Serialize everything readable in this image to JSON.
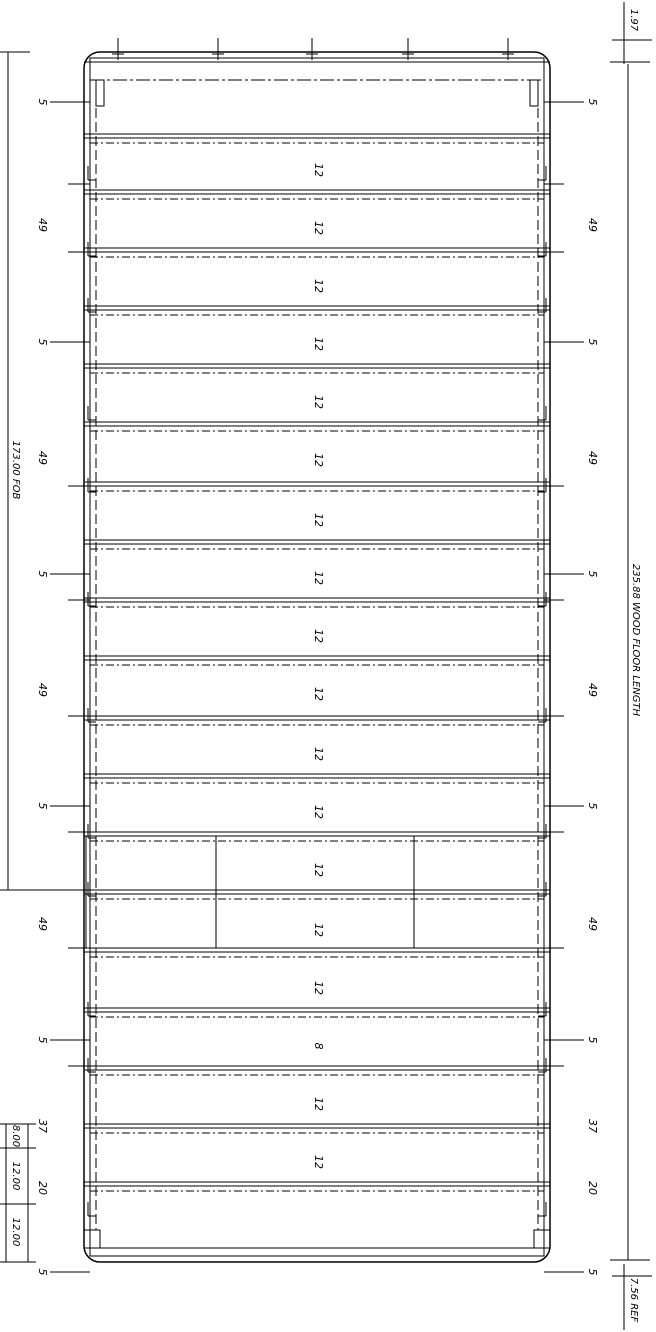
{
  "dimensions": {
    "top_gap": "1.97",
    "wood_floor_length": "235.88 WOOD FLOOR LENGTH",
    "fob": "173.00 FOB",
    "ref": "7.56 REF",
    "left_small": [
      "8.00",
      "12.00",
      "12.00"
    ]
  },
  "board_widths": [
    "12",
    "12",
    "12",
    "12",
    "12",
    "12",
    "12",
    "12",
    "12",
    "12",
    "12",
    "12",
    "12",
    "12",
    "12",
    "8",
    "12",
    "12"
  ],
  "side_labels": {
    "left": [
      "5",
      "49",
      "5",
      "49",
      "5",
      "49",
      "5",
      "49",
      "5",
      "37",
      "20",
      "5"
    ],
    "right": [
      "5",
      "49",
      "5",
      "49",
      "5",
      "49",
      "5",
      "49",
      "5",
      "37",
      "20",
      "5"
    ]
  }
}
